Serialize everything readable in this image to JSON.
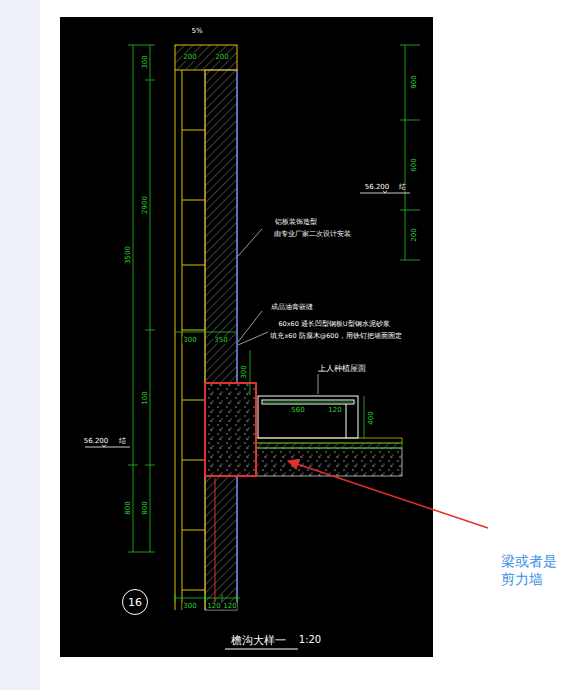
{
  "diagram": {
    "nodes": [
      {
        "text": [
          "16"
        ]
      }
    ],
    "labels": [
      "5%",
      "300",
      "3500",
      "2900",
      "100",
      "800",
      "800",
      "200",
      "200",
      "铝板装饰造型",
      "由专业厂家二次设计安装",
      "成品油膏嵌缝",
      "60x60 通长凹型钢板U型钢水泥砂浆",
      "填充x60 防腐木@600，用铁钉把墙面固定",
      "300",
      "350",
      "300",
      "上人种植屋面",
      "560",
      "120",
      "400",
      "56.200",
      "结",
      "56.200",
      "结",
      "900",
      "600",
      "200",
      "300",
      "120",
      "120",
      "檐沟大样一",
      "1:20",
      "梁或者是 剪力墙"
    ]
  }
}
